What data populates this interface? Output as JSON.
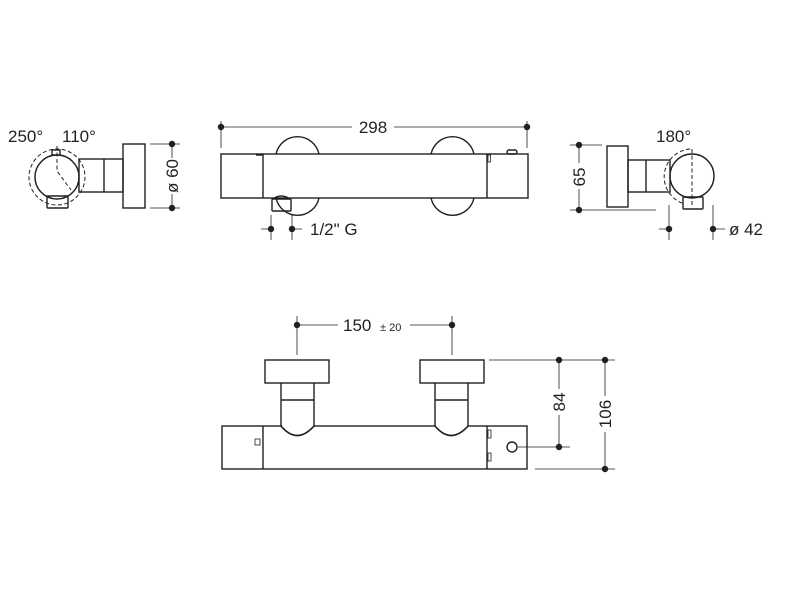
{
  "labels": {
    "left_angle_1": "250°",
    "left_angle_2": "110°",
    "left_diameter": "ø 60",
    "overall_width": "298",
    "outlet_thread": "1/2\" G",
    "right_angle": "180°",
    "right_height": "65",
    "right_diameter": "ø 42",
    "inlet_spacing": "150",
    "inlet_tolerance": "± 20",
    "outlet_height": "84",
    "total_height": "106"
  },
  "colors": {
    "line": "#231f20",
    "background": "#ffffff"
  }
}
